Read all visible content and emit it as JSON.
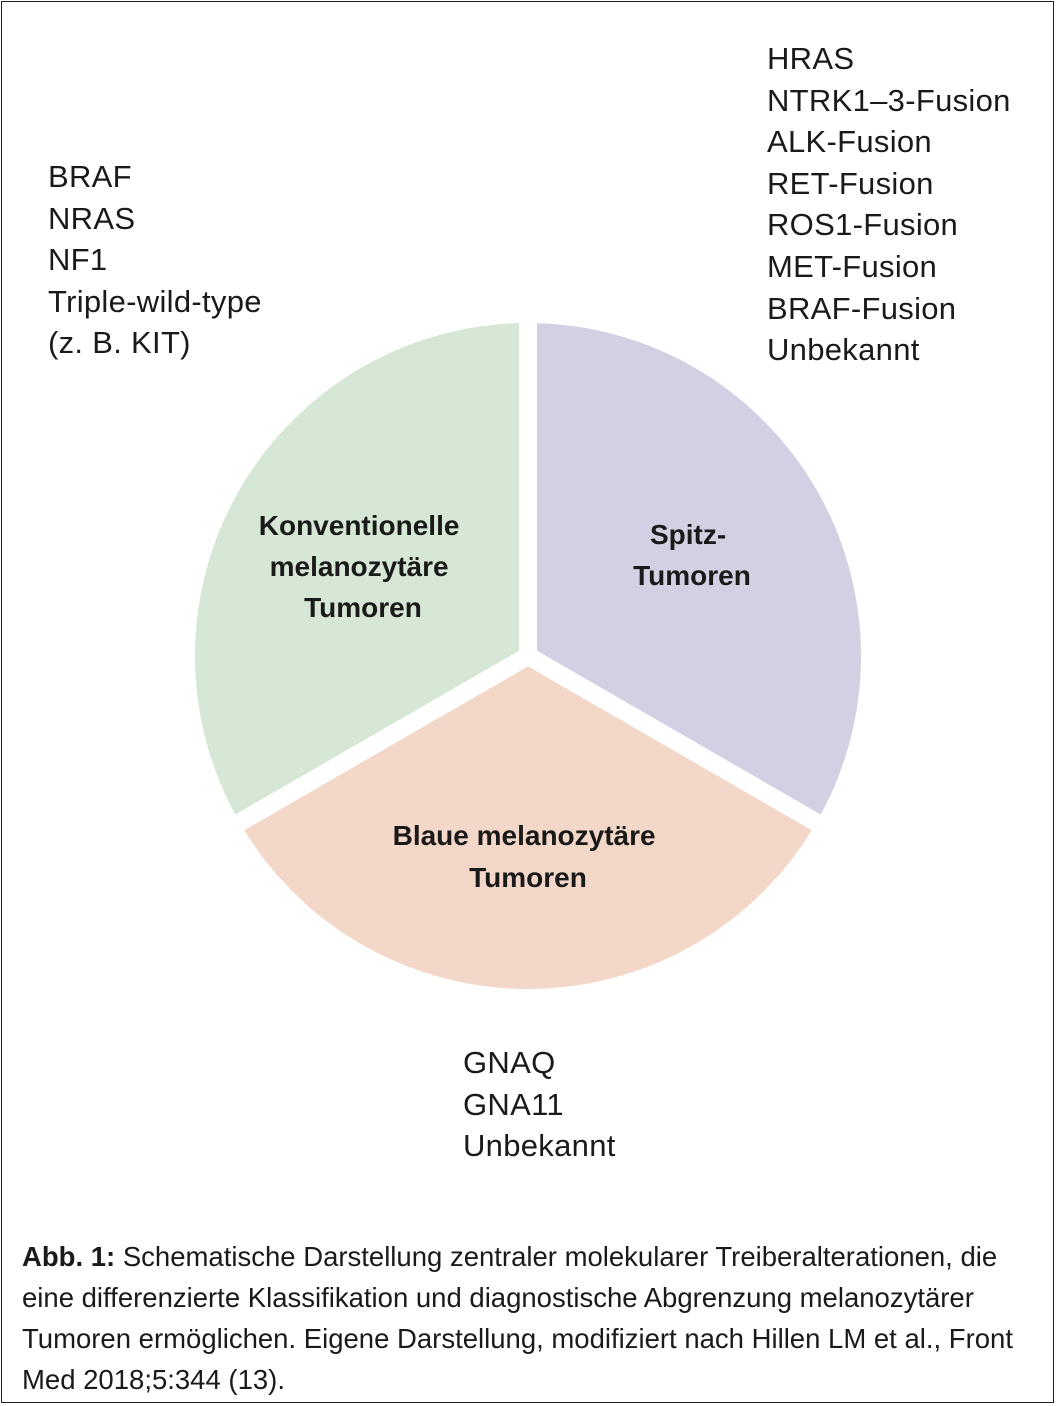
{
  "segments": [
    {
      "id": "conventional",
      "title_lines": [
        "Konventionelle",
        "melanozytäre",
        "Tumoren"
      ],
      "color": "#d6e7d6",
      "genes": [
        "BRAF",
        "NRAS",
        "NF1",
        "Triple-wild-type",
        "(z. B. KIT)"
      ]
    },
    {
      "id": "spitz",
      "title_lines": [
        "Spitz-",
        "Tumoren"
      ],
      "color": "#d3d0e3",
      "genes": [
        "HRAS",
        "NTRK1–3-Fusion",
        "ALK-Fusion",
        "RET-Fusion",
        "ROS1-Fusion",
        "MET-Fusion",
        "BRAF-Fusion",
        "Unbekannt"
      ]
    },
    {
      "id": "blue",
      "title_lines": [
        "Blaue melanozytäre",
        "Tumoren"
      ],
      "color": "#f3d7c8",
      "genes": [
        "GNAQ",
        "GNA11",
        "Unbekannt"
      ]
    }
  ],
  "caption": {
    "label": "Abb. 1:",
    "text": "Schematische Darstellung zentraler molekularer Treiberalterationen, die eine differenzierte Klassifikation und diagnostische Abgrenzung melanozytärer Tumoren ermöglichen. Eigene Darstellung, modifiziert nach Hillen LM et al., Front Med 2018;5:344 (13)."
  }
}
